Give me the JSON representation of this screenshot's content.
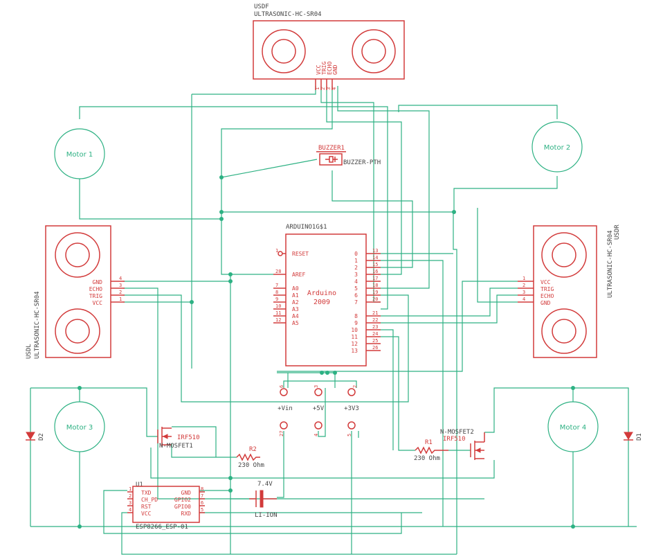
{
  "usdf": {
    "name": "USDF",
    "part": "ULTRASONIC-HC-SR04",
    "pins": [
      "VCC",
      "TRIG",
      "ECHO",
      "GND"
    ],
    "nums": [
      "1",
      "2",
      "3",
      "4"
    ]
  },
  "usdl": {
    "name": "USDL",
    "part": "ULTRASONIC-HC-SR04",
    "pins": [
      "GND",
      "ECHO",
      "TRIG",
      "VCC"
    ],
    "nums": [
      "4",
      "3",
      "2",
      "1"
    ]
  },
  "usdr": {
    "name": "USDR",
    "part": "ULTRASONIC-HC-SR04",
    "pins": [
      "VCC",
      "TRIG",
      "ECHO",
      "GND"
    ],
    "nums": [
      "1",
      "2",
      "3",
      "4"
    ]
  },
  "motors": [
    "Motor 1",
    "Motor 2",
    "Motor 3",
    "Motor 4"
  ],
  "buzzer": {
    "name": "BUZZER1",
    "part": "BUZZER-PTH"
  },
  "arduino": {
    "name": "ARDUINO1G$1",
    "title": "Arduino",
    "year": "2009",
    "left_pins": [
      {
        "num": "1",
        "label": "RESET"
      },
      {
        "num": "28",
        "label": "AREF"
      },
      {
        "num": "7",
        "label": "A0"
      },
      {
        "num": "8",
        "label": "A1"
      },
      {
        "num": "9",
        "label": "A2"
      },
      {
        "num": "10",
        "label": "A3"
      },
      {
        "num": "11",
        "label": "A4"
      },
      {
        "num": "12",
        "label": "A5"
      }
    ],
    "right_pins": [
      {
        "label": "0",
        "num": "13"
      },
      {
        "label": "1",
        "num": "14"
      },
      {
        "label": "2",
        "num": "15"
      },
      {
        "label": "3",
        "num": "16"
      },
      {
        "label": "4",
        "num": "17"
      },
      {
        "label": "5",
        "num": "18"
      },
      {
        "label": "6",
        "num": "19"
      },
      {
        "label": "7",
        "num": "20"
      },
      {
        "label": "8",
        "num": "21"
      },
      {
        "label": "9",
        "num": "22"
      },
      {
        "label": "10",
        "num": "23"
      },
      {
        "label": "11",
        "num": "24"
      },
      {
        "label": "12",
        "num": "25"
      },
      {
        "label": "13",
        "num": "26"
      }
    ],
    "power_labels": [
      "+Vin",
      "+5V",
      "+3V3"
    ],
    "power_top_nums": [
      "6",
      "3",
      "2"
    ],
    "power_bottom_nums": [
      "27",
      "4",
      "5"
    ]
  },
  "mosfet1": {
    "name": "N-MOSFET1",
    "part": "IRF510"
  },
  "mosfet2": {
    "name": "N-MOSFET2",
    "part": "IRF510"
  },
  "r1": {
    "name": "R1",
    "value": "230 Ohm"
  },
  "r2": {
    "name": "R2",
    "value": "230 Ohm"
  },
  "battery": {
    "voltage": "7.4V",
    "type": "LI-ION"
  },
  "esp": {
    "name": "U1",
    "part": "ESP8266_ESP-01",
    "left": [
      "TXD",
      "CH_PD",
      "RST",
      "VCC"
    ],
    "left_nums": [
      "1",
      "2",
      "3",
      "4"
    ],
    "right": [
      "GND",
      "GPIO2",
      "GPIO0",
      "RXD"
    ],
    "right_nums": [
      "8",
      "7",
      "6",
      "5"
    ]
  },
  "diodes": [
    "D2",
    "D1"
  ]
}
